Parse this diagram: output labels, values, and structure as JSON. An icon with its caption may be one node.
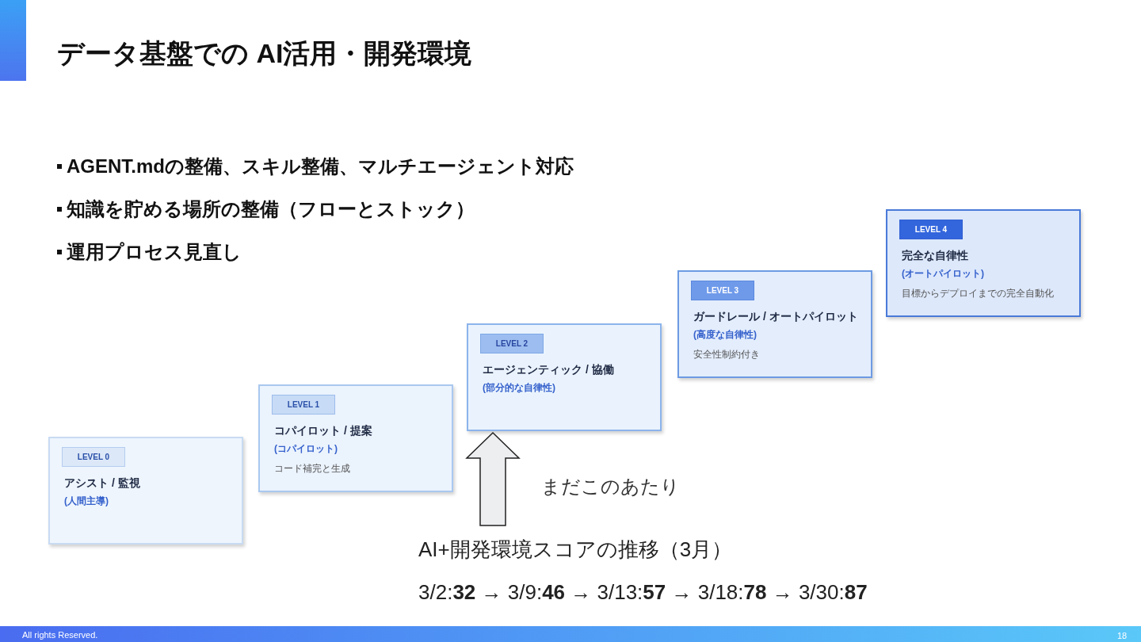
{
  "diagram": {
    "title": "データ基盤での AI活用・開発環境",
    "nodes": [
      {
        "text": [
          "LEVEL 0",
          "アシスト / 監視",
          "(人間主導)"
        ]
      },
      {
        "text": [
          "LEVEL 1",
          "コパイロット / 提案",
          "(コパイロット)",
          "コード補完と生成"
        ]
      },
      {
        "text": [
          "LEVEL 2",
          "エージェンティック / 協働",
          "(部分的な自律性)"
        ]
      },
      {
        "text": [
          "LEVEL 3",
          "ガードレール / オートパイロット",
          "(高度な自律性)",
          "安全性制約付き"
        ]
      },
      {
        "text": [
          "LEVEL 4",
          "完全な自律性",
          "(オートパイロット)",
          "目標からデプロイまでの完全自動化"
        ]
      }
    ],
    "edges": [
      {
        "from": null,
        "to": 2,
        "arrow": "to"
      }
    ],
    "labels": [
      "AGENT.mdの整備、スキル整備、マルチエージェント対応",
      "知識を貯める場所の整備（フローとストック）",
      "運用プロセス見直し",
      "まだこのあたり",
      "AI+開発環境スコアの推移（3月）",
      "3/2:**32** → 3/9:**46** → 3/13:**57** → 3/18:**78** → 3/30:**87**",
      "All rights Reserved.",
      "18"
    ]
  }
}
